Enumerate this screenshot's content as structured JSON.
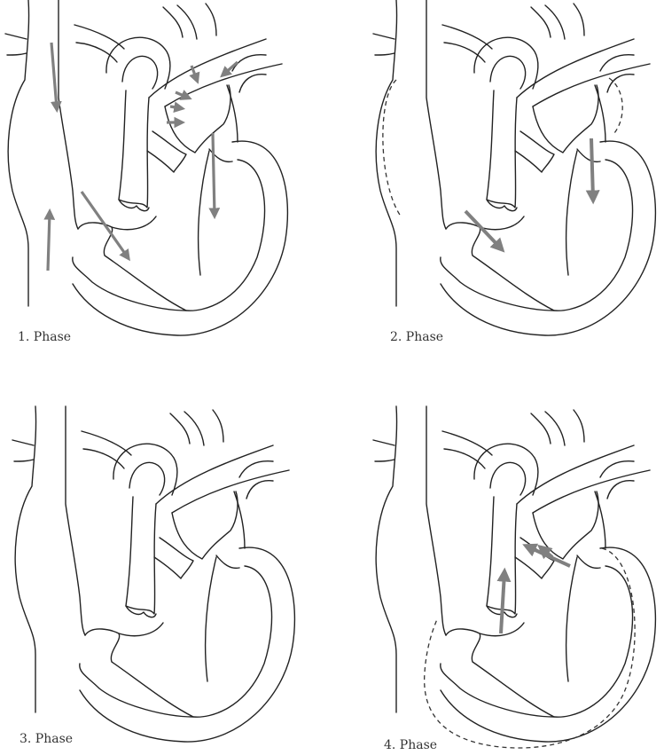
{
  "panels": [
    {
      "caption": "1. Phase"
    },
    {
      "caption": "2. Phase"
    },
    {
      "caption": "3. Phase"
    },
    {
      "caption": "4. Phase"
    }
  ],
  "colors": {
    "outline": "#222222",
    "arrow": "#808080",
    "dashed": "#333333"
  }
}
